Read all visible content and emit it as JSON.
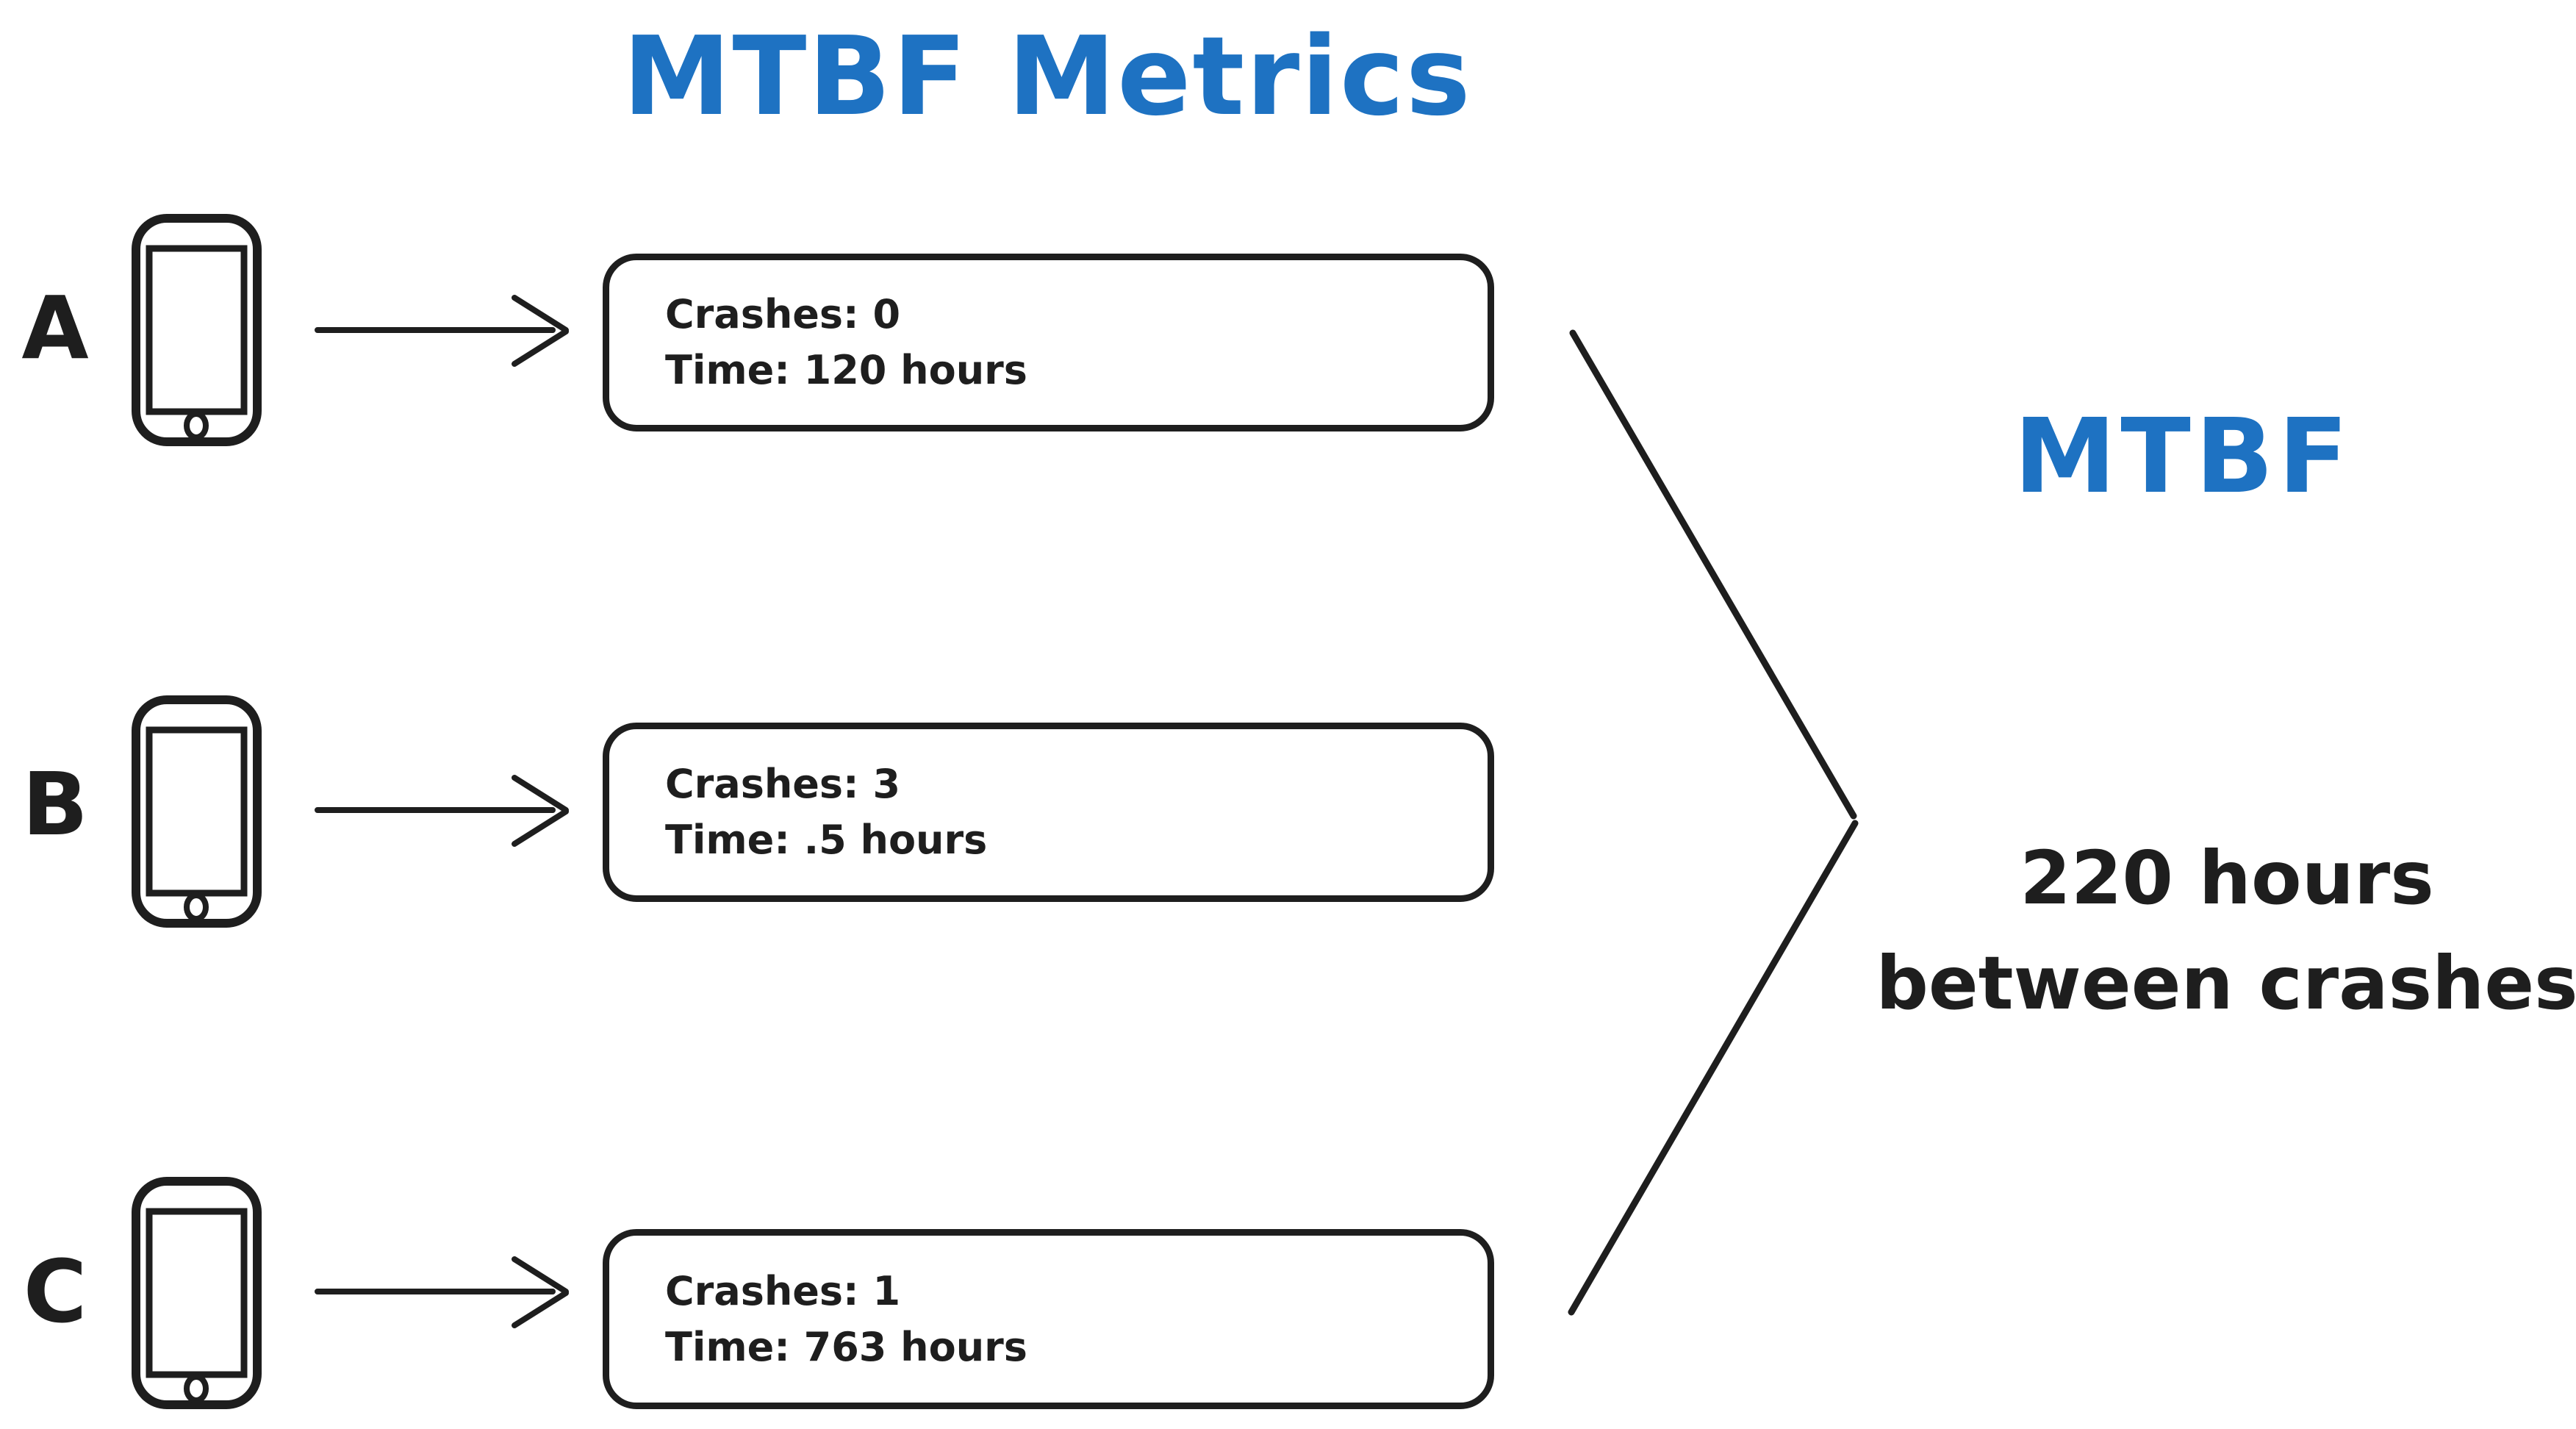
{
  "title": "MTBF Metrics",
  "palette": {
    "blue": "#1e72c2",
    "ink": "#1e1e1e"
  },
  "devices": [
    {
      "label": "A",
      "metrics": {
        "crashes": "Crashes: 0",
        "time": "Time: 120 hours"
      }
    },
    {
      "label": "B",
      "metrics": {
        "crashes": "Crashes: 3",
        "time": "Time: .5 hours"
      }
    },
    {
      "label": "C",
      "metrics": {
        "crashes": "Crashes: 1",
        "time": "Time: 763 hours"
      }
    }
  ],
  "result": {
    "heading": "MTBF",
    "value_line1": "220 hours",
    "value_line2": "between crashes"
  },
  "icons": {
    "phone": "smartphone-icon",
    "arrow": "arrow-right-icon",
    "chevron": "merge-chevron-icon"
  }
}
